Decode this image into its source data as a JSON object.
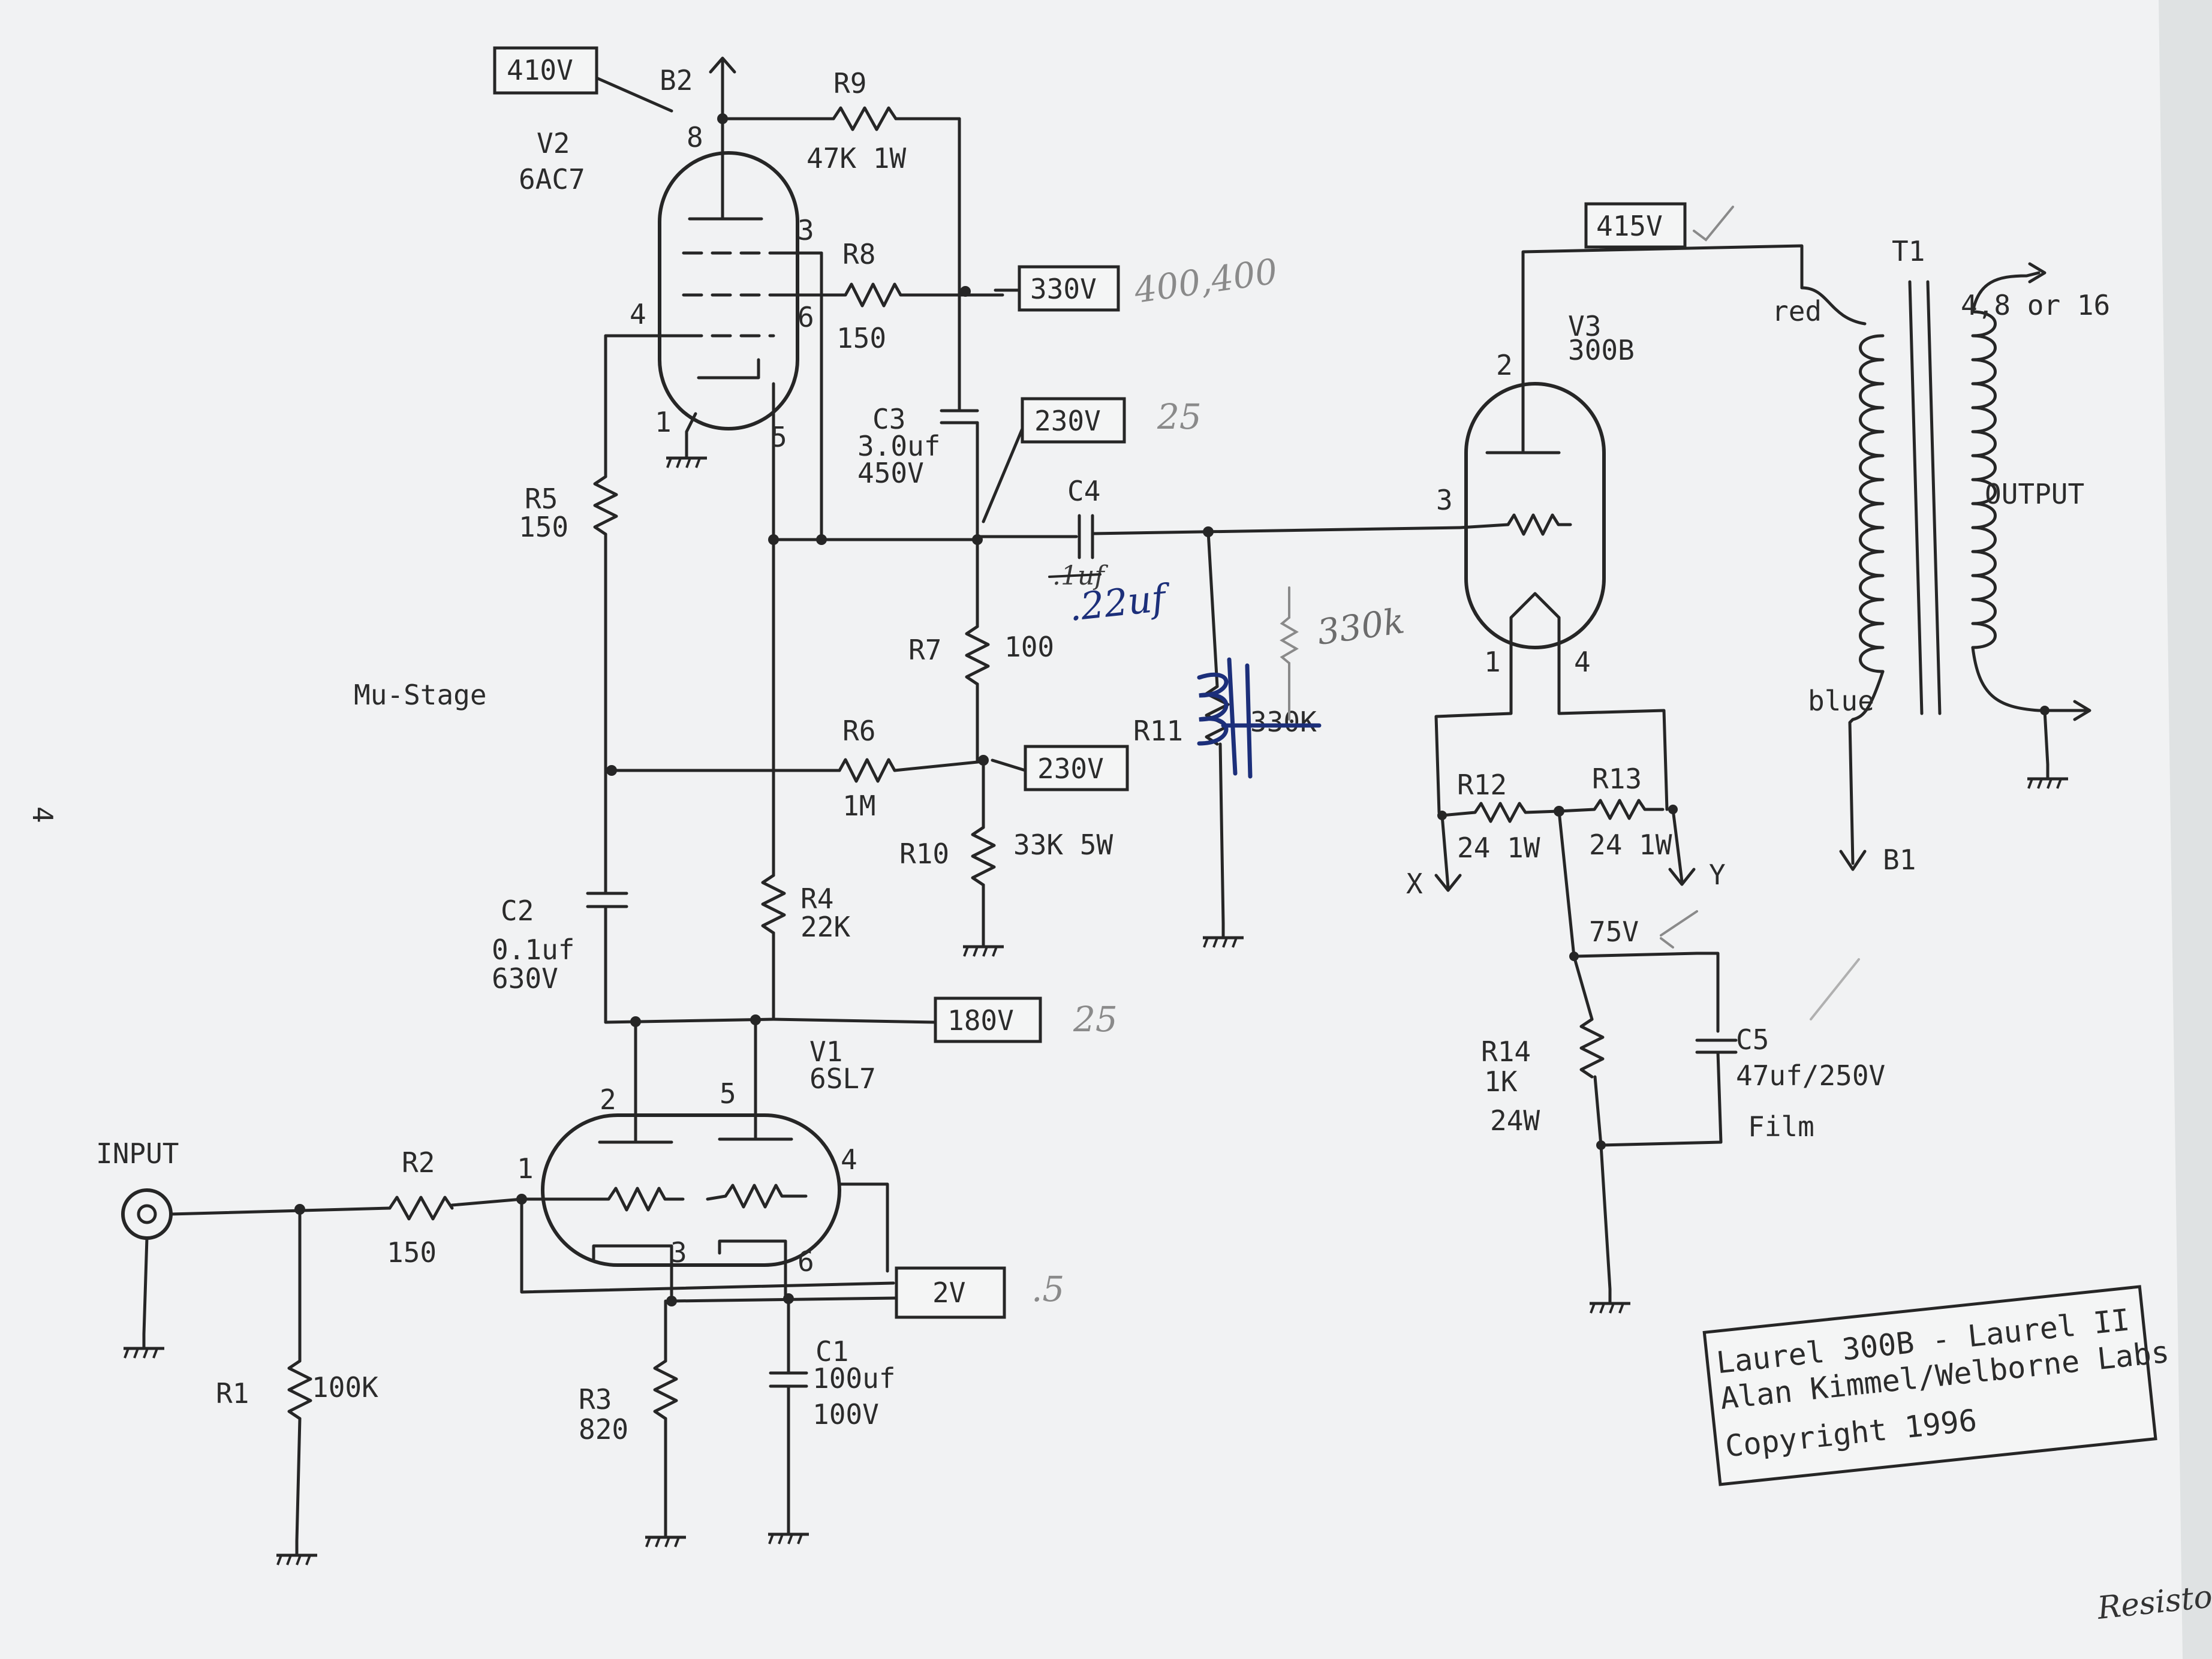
{
  "page_number": "4",
  "stage_label": "Mu-Stage",
  "input": {
    "label": "INPUT"
  },
  "tubes": {
    "v1": {
      "ref": "V1",
      "type": "6SL7",
      "pins": [
        "1",
        "2",
        "3",
        "4",
        "5",
        "6"
      ]
    },
    "v2": {
      "ref": "V2",
      "type": "6AC7",
      "pins": [
        "1",
        "3",
        "4",
        "5",
        "6",
        "8"
      ]
    },
    "v3": {
      "ref": "V3",
      "type": "300B",
      "pins": [
        "1",
        "2",
        "3",
        "4"
      ]
    }
  },
  "resistors": {
    "r1": {
      "ref": "R1",
      "value": "100K"
    },
    "r2": {
      "ref": "R2",
      "value": "150"
    },
    "r3": {
      "ref": "R3",
      "value": "820"
    },
    "r4": {
      "ref": "R4",
      "value": "22K"
    },
    "r5": {
      "ref": "R5",
      "value": "150"
    },
    "r6": {
      "ref": "R6",
      "value": "1M"
    },
    "r7": {
      "ref": "R7",
      "value": "100"
    },
    "r8": {
      "ref": "R8",
      "value": "150"
    },
    "r9": {
      "ref": "R9",
      "value": "47K 1W"
    },
    "r10": {
      "ref": "R10",
      "value": "33K 5W"
    },
    "r11": {
      "ref": "R11",
      "value_struck": "330K",
      "value_hand": "330k"
    },
    "r12": {
      "ref": "R12",
      "value": "24 1W"
    },
    "r13": {
      "ref": "R13",
      "value": "24 1W"
    },
    "r14": {
      "ref": "R14",
      "value": "1K",
      "power": "24W"
    }
  },
  "capacitors": {
    "c1": {
      "ref": "C1",
      "value": "100uf",
      "voltage": "100V"
    },
    "c2": {
      "ref": "C2",
      "value": "0.1uf",
      "voltage": "630V"
    },
    "c3": {
      "ref": "C3",
      "value": "3.0uf",
      "voltage": "450V"
    },
    "c4": {
      "ref": "C4",
      "value_struck": ".1uf",
      "value_hand": ".22uf"
    },
    "c5": {
      "ref": "C5",
      "value": "47uf/250V",
      "type": "Film"
    }
  },
  "voltage_boxes": {
    "v410": "410V",
    "v330": "330V",
    "v230a": "230V",
    "v230b": "230V",
    "v180": "180V",
    "v2": "2V",
    "v415": "415V"
  },
  "handwritten_notes": {
    "n330": "400,400",
    "n230": "25",
    "n180": "25",
    "n2": ".5"
  },
  "misc_labels": {
    "b2": "B2",
    "b1": "B1",
    "v75": "75V",
    "x": "X",
    "y": "Y",
    "t1": "T1",
    "red": "red",
    "blue": "blue",
    "output": "OUTPUT",
    "taps": "4,8 or 16"
  },
  "title_block": {
    "line1": "Laurel 300B - Laurel II",
    "line2": "Alan Kimmel/Welborne Labs",
    "line3": "Copyright 1996"
  },
  "corner_text": "Resistors"
}
